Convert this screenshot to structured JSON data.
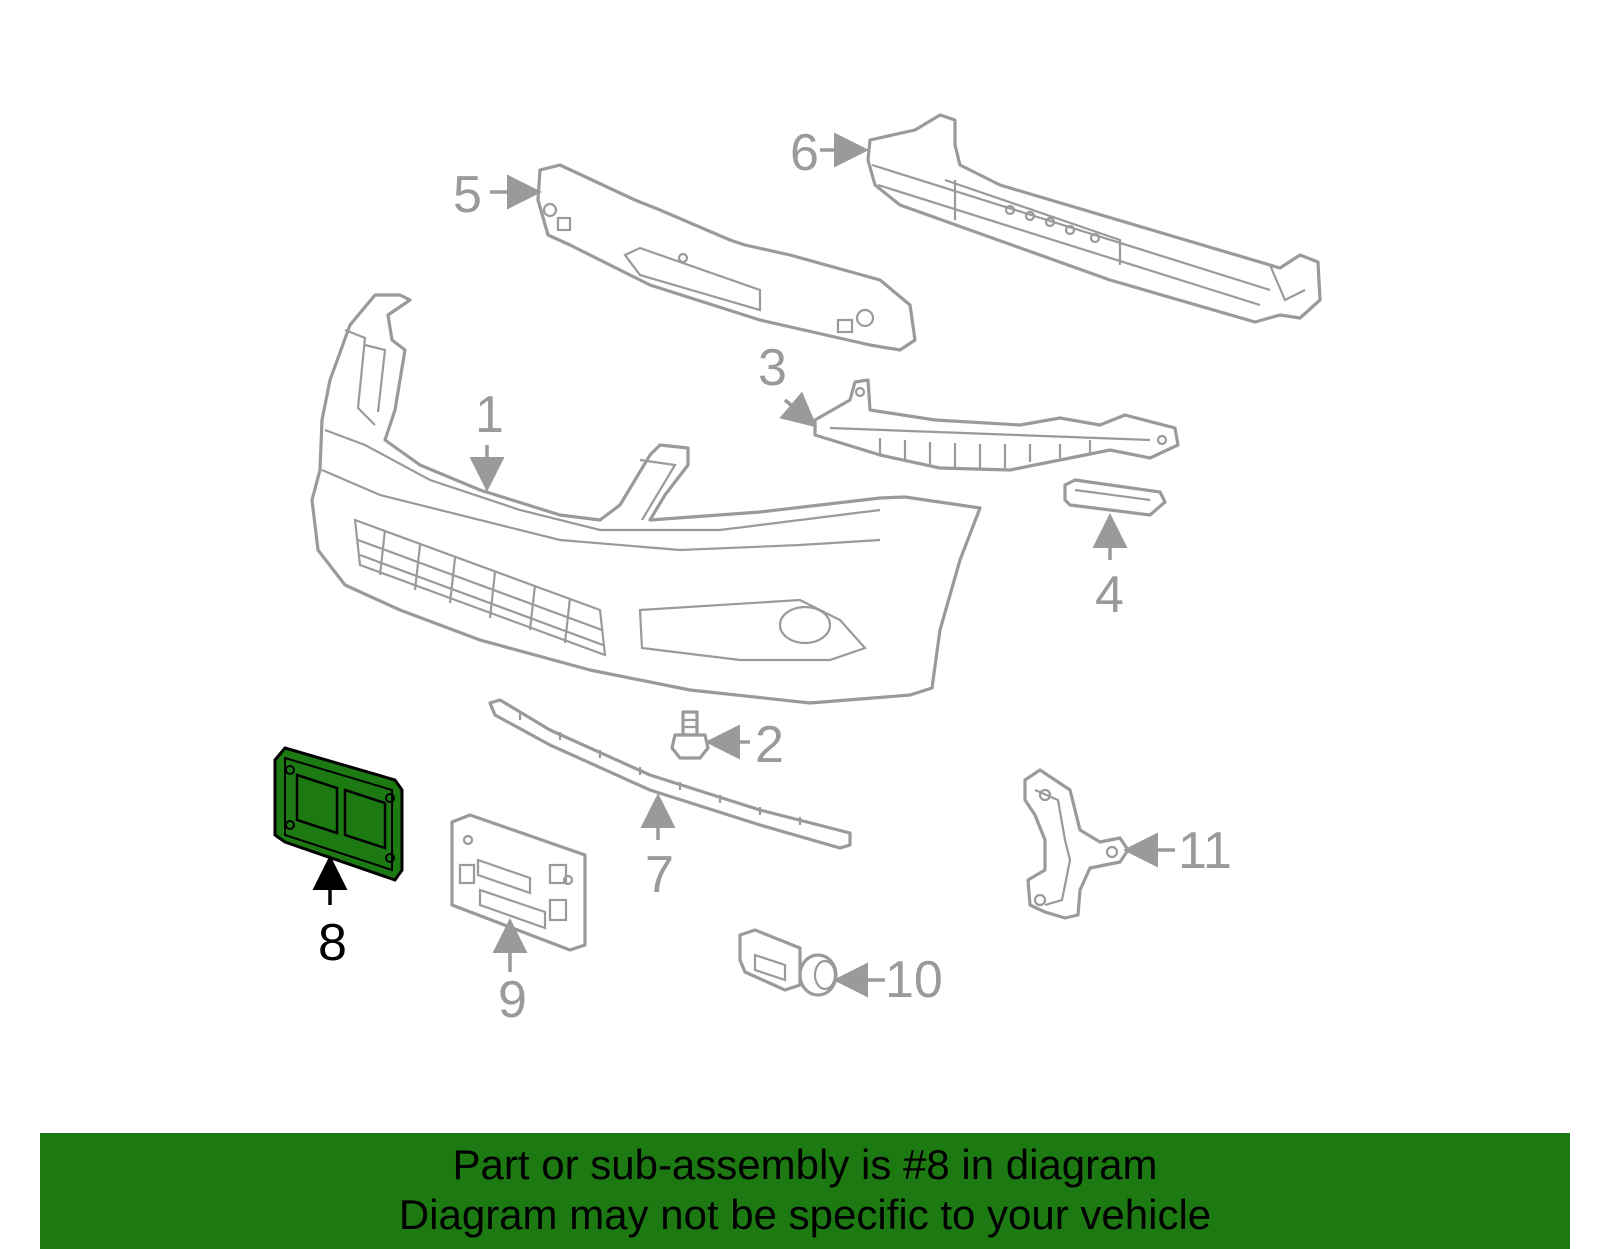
{
  "highlight_color": "#1d7a12",
  "parts_color": "#9a9a9a",
  "callouts": {
    "c1": "1",
    "c2": "2",
    "c3": "3",
    "c4": "4",
    "c5": "5",
    "c6": "6",
    "c7": "7",
    "c8": "8",
    "c9": "9",
    "c10": "10",
    "c11": "11"
  },
  "highlighted_part": "8",
  "banner": {
    "line1": "Part or sub-assembly is #8 in diagram",
    "line2": "Diagram may not be specific to your vehicle"
  }
}
